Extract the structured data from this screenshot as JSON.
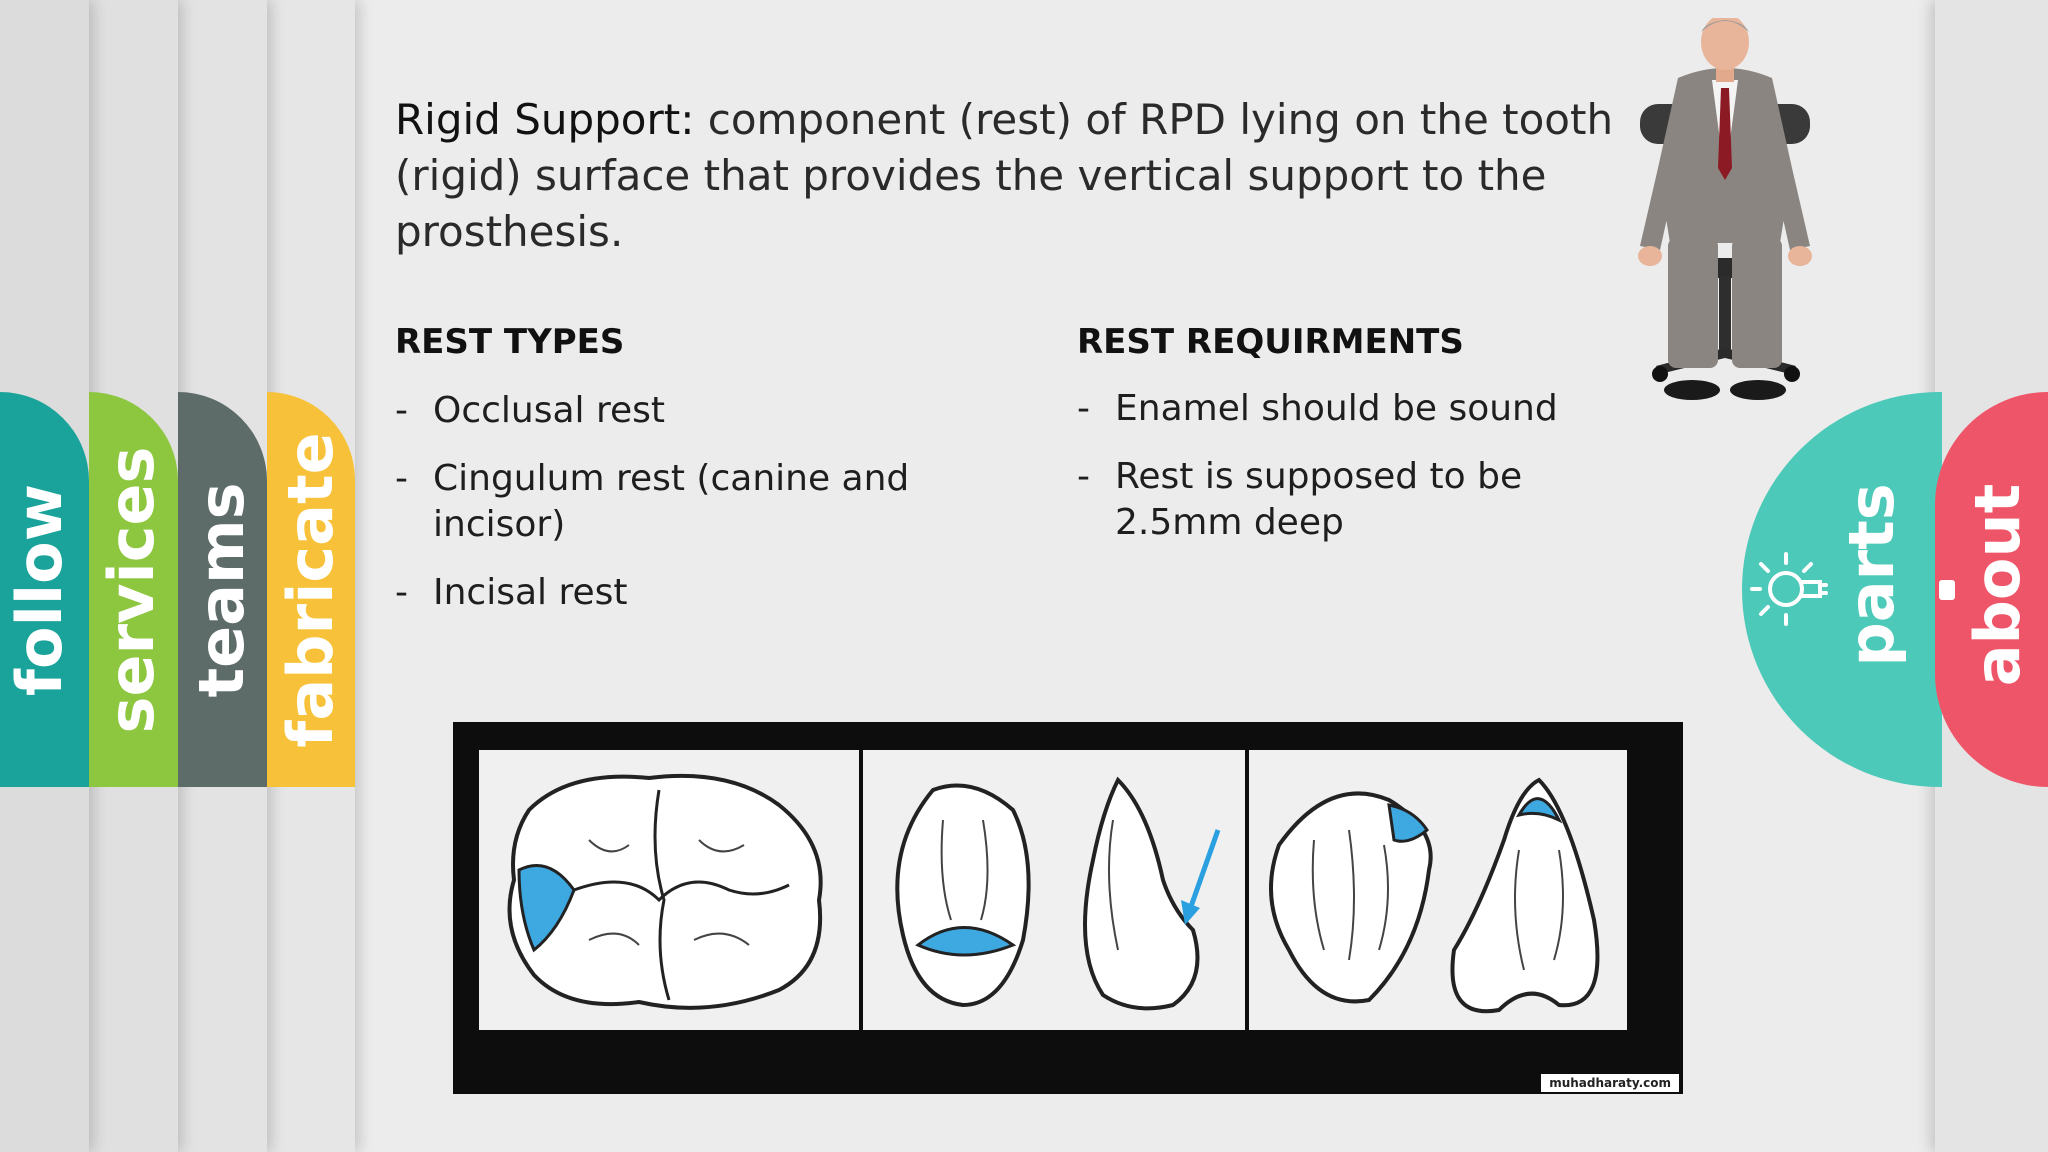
{
  "left_tabs": [
    {
      "label": "follow",
      "color": "#1aa39a"
    },
    {
      "label": "services",
      "color": "#8dc63f"
    },
    {
      "label": "teams",
      "color": "#5d6b69"
    },
    {
      "label": "fabricate",
      "color": "#f7c23a"
    }
  ],
  "right_tabs": [
    {
      "label": "parts",
      "color": "#4cc9b8"
    },
    {
      "label": "about",
      "color": "#ef5568"
    }
  ],
  "content": {
    "title_bold": "Rigid Support:",
    "title_rest": " component (rest) of RPD lying on the tooth (rigid) surface that provides the vertical support to the prosthesis.",
    "rest_types": {
      "heading": "REST TYPES",
      "items": [
        "Occlusal rest",
        "Cingulum rest (canine and incisor)",
        "Incisal rest"
      ]
    },
    "rest_requirements": {
      "heading": "REST REQUIRMENTS",
      "items": [
        "Enamel should be sound",
        "Rest is supposed to be 2.5mm deep"
      ]
    }
  },
  "figure": {
    "watermark": "muhadharaty.com",
    "highlight_color": "#3ea8e0"
  },
  "icons": [
    "lightbulb-icon",
    "presenter-image"
  ]
}
